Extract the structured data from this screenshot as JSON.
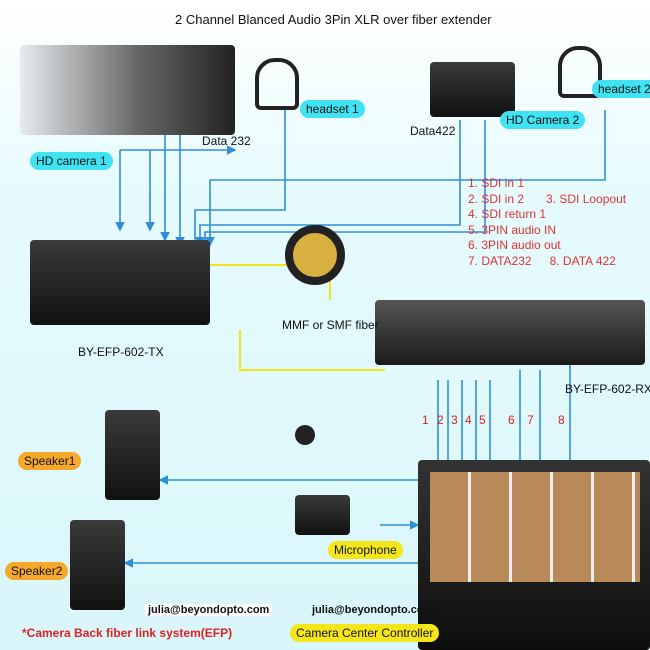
{
  "title": "2 Channel Blanced Audio 3Pin XLR over fiber extender",
  "labels": {
    "hd_camera_1": "HD camera 1",
    "headset_1": "headset 1",
    "data232": "Data 232",
    "data422": "Data422",
    "hd_camera_2": "HD Camera 2",
    "headset_2": "headset 2",
    "tx": "BY-EFP-602-TX",
    "rx": "BY-EFP-602-RX",
    "fiber": "MMF or SMF fiber",
    "speaker1": "Speaker1",
    "speaker2": "Speaker2",
    "microphone": "Microphone",
    "controller": "Camera Center Controller"
  },
  "legend": [
    "1. SDI in 1",
    "2. SDI in 2",
    "3.  SDI Loopout",
    "4. SDI return 1",
    "5. 3PIN audio IN",
    "6. 3PIN audio out",
    "7.  DATA232",
    "8. DATA 422"
  ],
  "port_numbers": [
    "1",
    "2",
    "3",
    "4",
    "5",
    "6",
    "7",
    "8"
  ],
  "watermarks": [
    "julia@beyondopto.com",
    "julia@beyondopto.com"
  ],
  "footer": "*Camera Back fiber link system(EFP)",
  "colors": {
    "line": "#2e8fd6",
    "fiber": "#f2e21a",
    "cyan": "#3fe3f2",
    "orange": "#f5a82a",
    "yellow": "#f5e61c"
  }
}
